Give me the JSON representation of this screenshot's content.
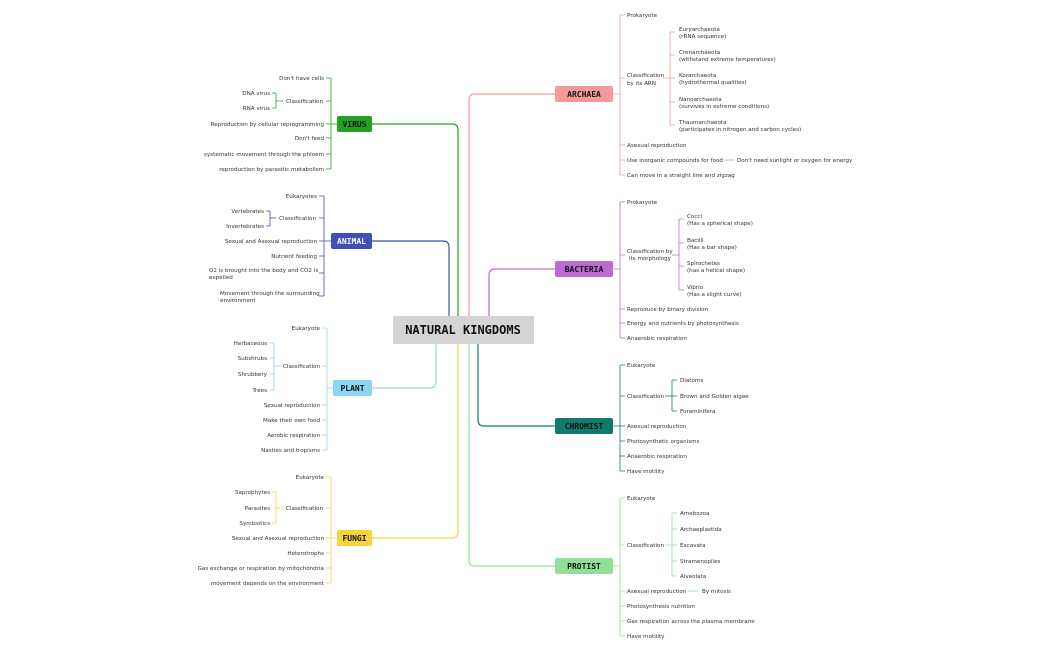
{
  "title": "NATURAL KINGDOMS",
  "branches": {
    "virus": {
      "label": "VIRUS",
      "color": "#20a320",
      "text": "#111111",
      "items": {
        "i0": "Don't have cells",
        "classification": "Classification",
        "dna": "DNA virus",
        "rna": "RNA virus",
        "i2": "Reproduction by cellular reprogramming",
        "i3": "Don't feed",
        "i4": "systematic movement through the phloem",
        "i5": "reproduction by parasitic metabolism"
      }
    },
    "animal": {
      "label": "ANIMAL",
      "color": "#3f4fb5",
      "text": "#ffffff",
      "items": {
        "i0": "Eukaryotes",
        "classification": "Classification",
        "vert": "Vertebrates",
        "invert": "Invertebrates",
        "i2": "Sexual and Asexual reproduction",
        "i3": "Nutrient feeding",
        "i4a": "O2 is brought into the body and CO2 is",
        "i4b": "expelled",
        "i5a": "Movement through the surrounding",
        "i5b": "environment"
      }
    },
    "plant": {
      "label": "PLANT",
      "color": "#8dd6f2",
      "text": "#111111",
      "items": {
        "i0": "Eukaryote",
        "classification": "Classification",
        "c1": "Herbaceous",
        "c2": "Subshrubs",
        "c3": "Shrubbery",
        "c4": "Trees",
        "i2": "Sexual reproduction",
        "i3": "Make their own food",
        "i4": "Aerobic respiration",
        "i5": "Nasties and tropisms"
      }
    },
    "fungi": {
      "label": "FUNGI",
      "color": "#f9d33c",
      "text": "#111111",
      "items": {
        "i0": "Eukaryote",
        "classification": "Classification",
        "c1": "Saprophytes",
        "c2": "Parasites",
        "c3": "Symbiotics",
        "i2": "Sexual and Asexual reproduction",
        "i3": "Heterotrophs",
        "i4": "Gas exchange or respiration by mitochondria",
        "i5": "movement depends on the environment"
      }
    },
    "archaea": {
      "label": "ARCHAEA",
      "color": "#f59a9a",
      "text": "#111111",
      "items": {
        "i0": "Prokaryote",
        "class1": "Classification",
        "class2": "by its ARN",
        "c1a": "Euryarchaeota",
        "c1b": "(rRNA sequence)",
        "c2a": "Crenarchaeota",
        "c2b": "(withstand extreme temperatures)",
        "c3a": "Korarchaeota",
        "c3b": "(hydrothermal qualities)",
        "c4a": "Nanoarchaeota",
        "c4b": "(survives in extreme conditions)",
        "c5a": "Thaumarchaeota",
        "c5b": "(participates in nitrogen and carbon cycles)",
        "i2": "Asexual reproduction",
        "i3": "Use inorganic compounds for food",
        "i3sub": "Don't need sunlight or oxygen for energy",
        "i4": "Can move in a straight line and zigzag"
      }
    },
    "bacteria": {
      "label": "BACTERIA",
      "color": "#bb6cd3",
      "text": "#111111",
      "items": {
        "i0": "Prokaryote",
        "class1": "Classification by",
        "class2": "its morphology",
        "c1a": "Cocci",
        "c1b": "(Has a spherical shape)",
        "c2a": "Bacilli",
        "c2b": "(Has a bar shape)",
        "c3a": "Spirochetes",
        "c3b": "(has a helical shape)",
        "c4a": "Vibrio",
        "c4b": "(Has a slight curve)",
        "i2": "Reproduce by binary division",
        "i3": "Energy and nutrients by photosynthesis",
        "i4": "Anaerobic respiration"
      }
    },
    "chromist": {
      "label": "CHROMIST",
      "color": "#117a6e",
      "text": "#111111",
      "items": {
        "i0": "Eukaryote",
        "classification": "Classification",
        "c1": "Diatoms",
        "c2": "Brown and Golden algae",
        "c3": "Foraminifera",
        "i2": "Asexual reproduction",
        "i3": "Photosynthetic organisms",
        "i4": "Anaerobic respiration",
        "i5": "Have motility"
      }
    },
    "protist": {
      "label": "PROTIST",
      "color": "#90e09a",
      "text": "#111111",
      "items": {
        "i0": "Eukaryote",
        "classification": "Classification",
        "c1": "Amebozoa",
        "c2": "Archaeplastida",
        "c3": "Excavata",
        "c4": "Stramenopiles",
        "c5": "Alveolata",
        "i2": "Asexual reproduction",
        "i2sub": "By mitosis",
        "i3": "Photosynthesis nutrition",
        "i4": "Gas respiration across the plasma membrane",
        "i5": "Have motility"
      }
    }
  }
}
